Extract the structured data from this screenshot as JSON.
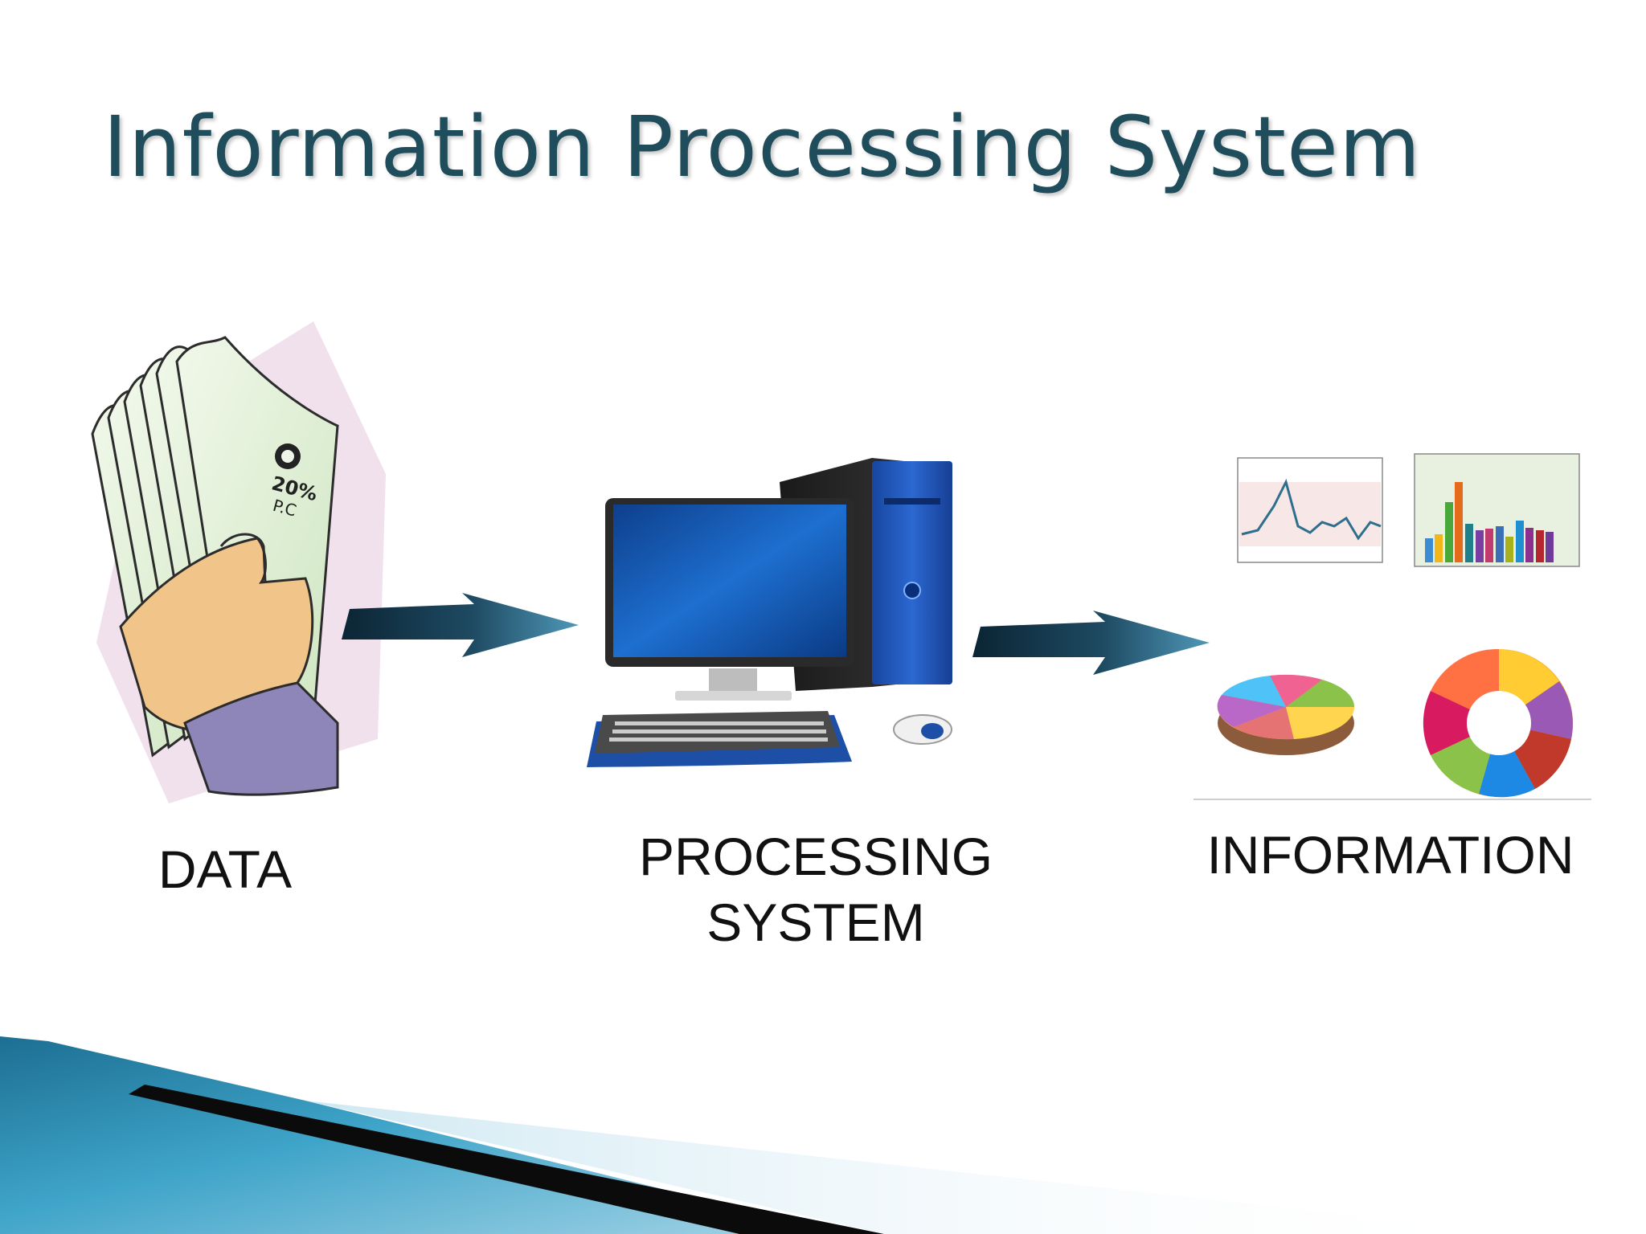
{
  "title": "Information Processing System",
  "steps": [
    {
      "label": "DATA",
      "icon": "papers-in-hand-icon"
    },
    {
      "label_line1": "PROCESSING",
      "label_line2": "SYSTEM",
      "icon": "desktop-computer-icon"
    },
    {
      "label": "INFORMATION",
      "icon": "charts-report-icon"
    }
  ],
  "paper_mark": {
    "line1": "20%",
    "line2": "P.C"
  },
  "colors": {
    "title": "#1f4d5c",
    "arrow_dark": "#0b2534",
    "arrow_light": "#4f98b8",
    "footer_blue": "#2c8fb0",
    "monitor_screen": "#1d6fd0",
    "tower_blue": "#1f56b8"
  }
}
